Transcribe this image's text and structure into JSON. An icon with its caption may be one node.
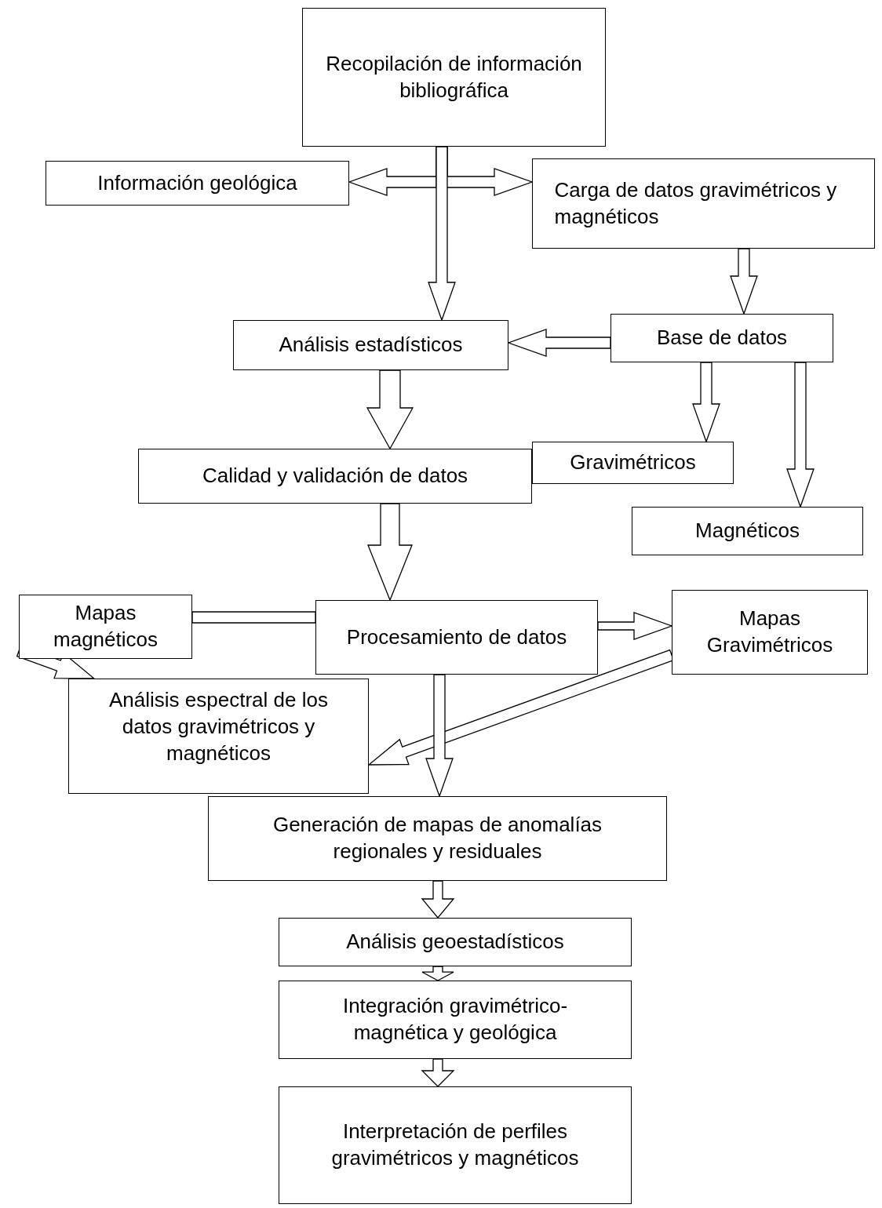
{
  "diagram": {
    "nodes": [
      {
        "text": [
          "Recopilación de información bibliográfica"
        ]
      },
      {
        "text": [
          "Información geológica"
        ]
      },
      {
        "text": [
          "Carga de datos gravimétricos y magnéticos"
        ]
      },
      {
        "text": [
          "Análisis estadísticos"
        ]
      },
      {
        "text": [
          "Base de datos"
        ]
      },
      {
        "text": [
          "Gravimétricos"
        ]
      },
      {
        "text": [
          "Magnéticos"
        ]
      },
      {
        "text": [
          "Calidad y validación de datos"
        ]
      },
      {
        "text": [
          "Mapas magnéticos"
        ]
      },
      {
        "text": [
          "Procesamiento de datos"
        ]
      },
      {
        "text": [
          "Mapas Gravimétricos"
        ]
      },
      {
        "text": [
          "Análisis espectral de los datos gravimétricos y magnéticos"
        ]
      },
      {
        "text": [
          "Generación de mapas de anomalías regionales y residuales"
        ]
      },
      {
        "text": [
          "Análisis geoestadísticos"
        ]
      },
      {
        "text": [
          "Integración gravimétrico-magnética y geológica"
        ]
      },
      {
        "text": [
          "Interpretación de perfiles gravimétricos y magnéticos"
        ]
      }
    ],
    "edges": [
      {
        "from": 0,
        "to": 1,
        "arrow": "to"
      },
      {
        "from": 0,
        "to": 2,
        "arrow": "to"
      },
      {
        "from": 0,
        "to": 3,
        "arrow": "to"
      },
      {
        "from": 2,
        "to": 4,
        "arrow": "to"
      },
      {
        "from": 4,
        "to": 3,
        "arrow": "to"
      },
      {
        "from": 4,
        "to": 5,
        "arrow": "to"
      },
      {
        "from": 4,
        "to": 6,
        "arrow": "to"
      },
      {
        "from": 3,
        "to": 7,
        "arrow": "to"
      },
      {
        "from": 7,
        "to": 9,
        "arrow": "to"
      },
      {
        "from": 9,
        "to": 8,
        "arrow": "none"
      },
      {
        "from": 9,
        "to": 10,
        "arrow": "to"
      },
      {
        "from": 8,
        "to": 11,
        "arrow": "to"
      },
      {
        "from": 10,
        "to": 11,
        "arrow": "to"
      },
      {
        "from": 9,
        "to": 12,
        "arrow": "to"
      },
      {
        "from": 12,
        "to": 13,
        "arrow": "to"
      },
      {
        "from": 13,
        "to": 14,
        "arrow": "to"
      },
      {
        "from": 14,
        "to": 15,
        "arrow": "to"
      }
    ]
  }
}
